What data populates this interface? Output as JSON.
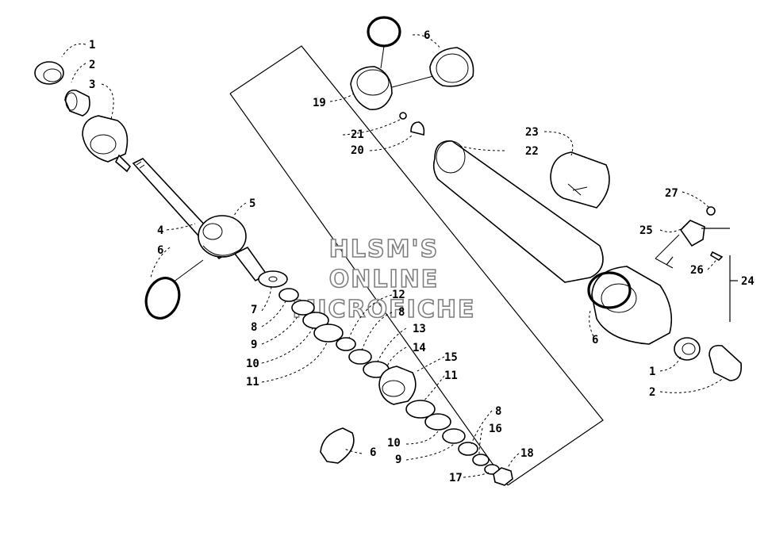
{
  "watermark": {
    "line1": "HLSM'S",
    "line2": "ONLINE",
    "line3": "MICROFICHE"
  },
  "callouts": [
    {
      "id": "c1a",
      "text": "1"
    },
    {
      "id": "c2a",
      "text": "2"
    },
    {
      "id": "c3",
      "text": "3"
    },
    {
      "id": "c4",
      "text": "4"
    },
    {
      "id": "c5",
      "text": "5"
    },
    {
      "id": "c6a",
      "text": "6"
    },
    {
      "id": "c6b",
      "text": "6"
    },
    {
      "id": "c6c",
      "text": "6"
    },
    {
      "id": "c6d",
      "text": "6"
    },
    {
      "id": "c7",
      "text": "7"
    },
    {
      "id": "c8a",
      "text": "8"
    },
    {
      "id": "c8b",
      "text": "8"
    },
    {
      "id": "c8c",
      "text": "8"
    },
    {
      "id": "c9a",
      "text": "9"
    },
    {
      "id": "c9b",
      "text": "9"
    },
    {
      "id": "c10a",
      "text": "10"
    },
    {
      "id": "c10b",
      "text": "10"
    },
    {
      "id": "c11a",
      "text": "11"
    },
    {
      "id": "c11b",
      "text": "11"
    },
    {
      "id": "c12",
      "text": "12"
    },
    {
      "id": "c13",
      "text": "13"
    },
    {
      "id": "c14",
      "text": "14"
    },
    {
      "id": "c15",
      "text": "15"
    },
    {
      "id": "c16",
      "text": "16"
    },
    {
      "id": "c17",
      "text": "17"
    },
    {
      "id": "c18",
      "text": "18"
    },
    {
      "id": "c19",
      "text": "19"
    },
    {
      "id": "c20",
      "text": "20"
    },
    {
      "id": "c21",
      "text": "21"
    },
    {
      "id": "c22",
      "text": "22"
    },
    {
      "id": "c23",
      "text": "23"
    },
    {
      "id": "c24",
      "text": "24"
    },
    {
      "id": "c25",
      "text": "25"
    },
    {
      "id": "c26",
      "text": "26"
    },
    {
      "id": "c27",
      "text": "27"
    },
    {
      "id": "c1b",
      "text": "1"
    },
    {
      "id": "c2b",
      "text": "2"
    }
  ]
}
